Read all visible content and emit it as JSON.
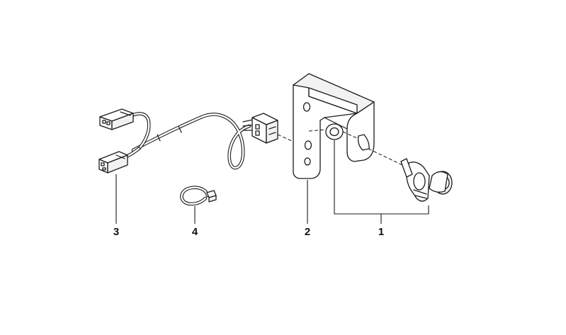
{
  "callouts": [
    {
      "id": "1",
      "label": "1"
    },
    {
      "id": "2",
      "label": "2"
    },
    {
      "id": "3",
      "label": "3"
    },
    {
      "id": "4",
      "label": "4"
    }
  ],
  "colors": {
    "line": "#1a1a1a",
    "fill": "#ffffff",
    "background": "#ffffff"
  }
}
